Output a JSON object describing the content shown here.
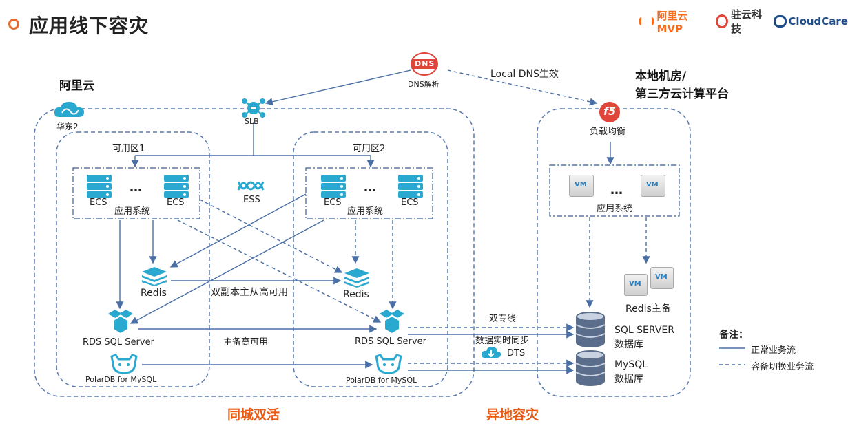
{
  "header": {
    "title": "应用线下容灾",
    "brands": {
      "aliyun": "阿里云 MVP",
      "zhuyun": "驻云科技",
      "cloudcare": "CloudCare"
    }
  },
  "dns": {
    "logo": "DNS",
    "label": "DNS解析",
    "edge_label": "Local DNS生效"
  },
  "aliyun": {
    "title": "阿里云",
    "region": "华东2",
    "slb": "SLB",
    "ess": "ESS",
    "zone1": {
      "title": "可用区1",
      "ecs_left": "ECS",
      "ecs_right": "ECS",
      "ellipsis": "…",
      "app_system": "应用系统",
      "redis": "Redis",
      "rds": "RDS SQL Server",
      "polardb": "PolarDB for MySQL"
    },
    "zone2": {
      "title": "可用区2",
      "ecs_left": "ECS",
      "ecs_right": "ECS",
      "ellipsis": "…",
      "app_system": "应用系统",
      "redis": "Redis",
      "rds": "RDS SQL Server",
      "polardb": "PolarDB for MySQL"
    },
    "redis_link_label": "双副本主从高可用",
    "rds_link_label": "主备高可用"
  },
  "local": {
    "title_line1": "本地机房/",
    "title_line2": "第三方云计算平台",
    "f5_logo": "f5",
    "lb_label": "负载均衡",
    "vm_label": "VM",
    "ellipsis": "…",
    "app_system": "应用系统",
    "redis_label": "Redis主备",
    "sqlserver_line1": "SQL SERVER",
    "sqlserver_line2": "数据库",
    "mysql_line1": "MySQL",
    "mysql_line2": "数据库"
  },
  "links": {
    "dual_line": "双专线",
    "realtime_sync": "数据实时同步",
    "dts": "DTS"
  },
  "legend": {
    "title": "备注：",
    "solid": "正常业务流",
    "dashed": "容备切换业务流"
  },
  "bottom": {
    "same_city": "同城双活",
    "remote": "异地容灾"
  },
  "colors": {
    "accent": "#e8692c",
    "line": "#4a6fa5",
    "teal": "#29a8d0",
    "orange_text": "#ea5a12"
  }
}
